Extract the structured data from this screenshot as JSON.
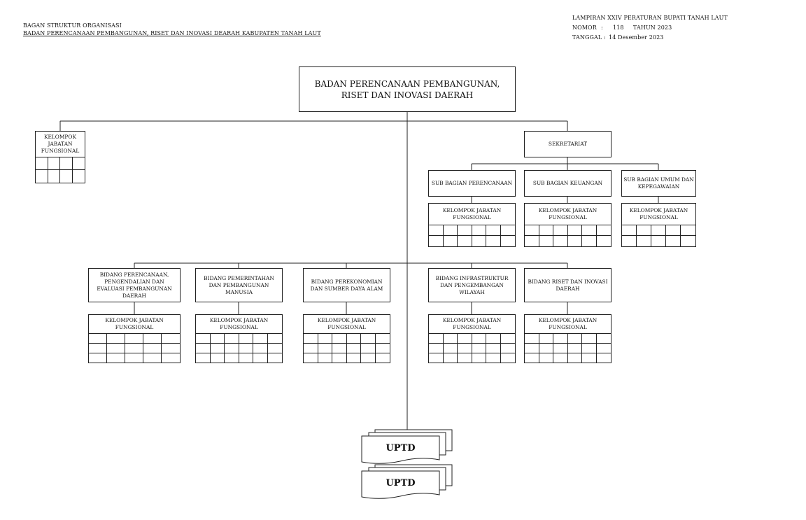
{
  "header": {
    "title": "BAGAN STRUKTUR ORGANISASI",
    "subtitle": "BADAN PERENCANAAN PEMBANGUNAN, RISET DAN INOVASI DEARAH KABUPATEN TANAH LAUT",
    "lampiran": "LAMPIRAN XXIV PERATURAN BUPATI TANAH LAUT",
    "nomor_label": "NOMOR",
    "nomor_sep": ":",
    "nomor_value": "118",
    "tahun": "TAHUN 2023",
    "tanggal_label": "TANGGAL :",
    "tanggal_value": "14 Desember 2023"
  },
  "top": {
    "label": "BADAN PERENCANAAN PEMBANGUNAN, RISET DAN INOVASI DAERAH"
  },
  "kjf_left": {
    "label": "KELOMPOK JABATAN FUNGSIONAL"
  },
  "sekretariat": {
    "label": "SEKRETARIAT",
    "subs": [
      {
        "label": "SUB BAGIAN PERENCANAAN",
        "kjf": "KELOMPOK JABATAN FUNGSIONAL"
      },
      {
        "label": "SUB BAGIAN KEUANGAN",
        "kjf": "KELOMPOK JABATAN FUNGSIONAL"
      },
      {
        "label": "SUB BAGIAN UMUM DAN KEPEGAWAIAN",
        "kjf": "KELOMPOK JABATAN FUNGSIONAL"
      }
    ]
  },
  "bidang": [
    {
      "label": "BIDANG PERENCANAAN, PENGENDALIAN DAN EVALUASI PEMBANGUNAN DAERAH",
      "kjf": "KELOMPOK JABATAN FUNGSIONAL"
    },
    {
      "label": "BIDANG PEMERINTAHAN DAN PEMBANGUNAN MANUSIA",
      "kjf": "KELOMPOK JABATAN FUNGSIONAL"
    },
    {
      "label": "BIDANG PEREKONOMIAN DAN SUMBER DAYA ALAM",
      "kjf": "KELOMPOK JABATAN FUNGSIONAL"
    },
    {
      "label": "BIDANG INFRASTRUKTUR DAN PENGEMBANGAN WILAYAH",
      "kjf": "KELOMPOK JABATAN FUNGSIONAL"
    },
    {
      "label": "BIDANG RISET DAN INOVASI DAERAH",
      "kjf": "KELOMPOK JABATAN FUNGSIONAL"
    }
  ],
  "uptd": [
    {
      "label": "UPTD"
    },
    {
      "label": "UPTD"
    }
  ]
}
